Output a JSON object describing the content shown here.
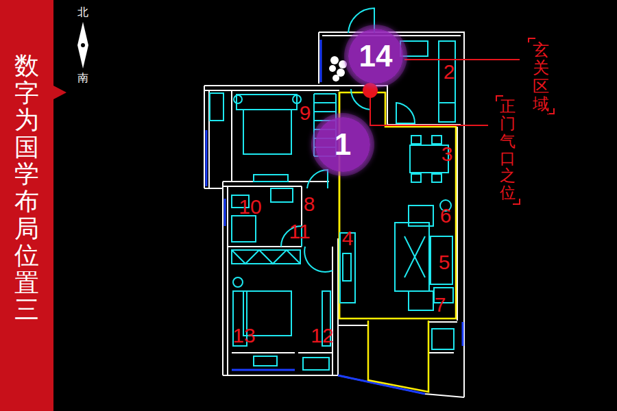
{
  "diagram": {
    "title": "数字为国学布局位置三",
    "nodes": [
      {
        "text": [
          "14"
        ]
      },
      {
        "text": [
          "1"
        ]
      }
    ],
    "labels": [
      "北",
      "南",
      "2",
      "3",
      "4",
      "5",
      "6",
      "7",
      "8",
      "9",
      "10",
      "11",
      "12",
      "13",
      "玄关区域",
      "正门气口之位"
    ]
  }
}
